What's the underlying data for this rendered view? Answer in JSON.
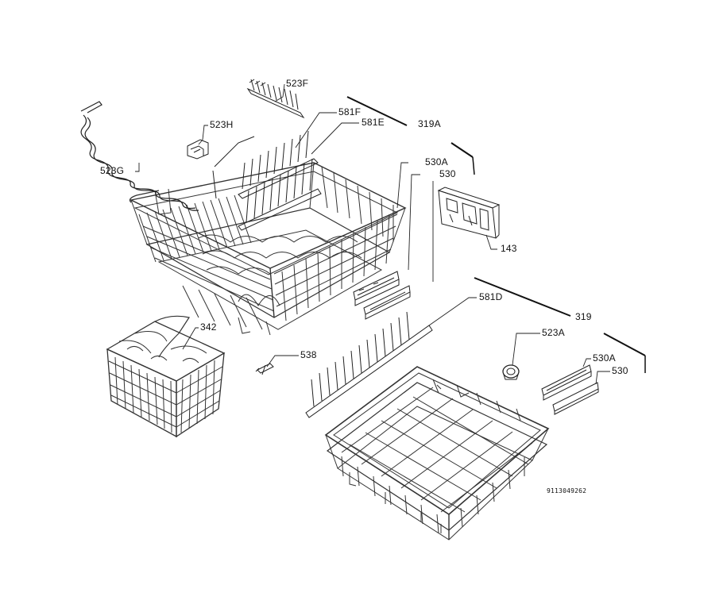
{
  "labels": {
    "p523F": "523F",
    "p523H": "523H",
    "p523G": "523G",
    "p581F": "581F",
    "p581E": "581E",
    "p319A": "319A",
    "p530A_top": "530A",
    "p530_top": "530",
    "p143": "143",
    "p342": "342",
    "p538": "538",
    "p581D": "581D",
    "p319": "319",
    "p523A": "523A",
    "p530A_bottom": "530A",
    "p530_bottom": "530",
    "drawing_code": "9113049262"
  }
}
